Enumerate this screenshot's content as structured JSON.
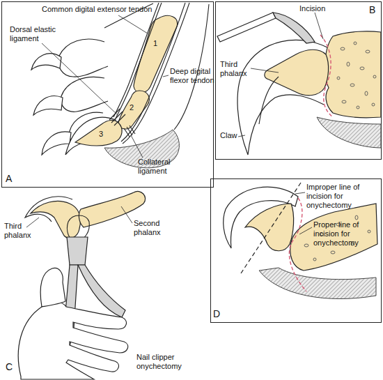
{
  "diagram": {
    "labels": [
      "Common digital extensor tendon",
      "Dorsal elastic ligament",
      "Deep digital flexor tendon",
      "1",
      "2",
      "3",
      "Collateral ligament",
      "A",
      "Incision",
      "Third phalanx",
      "Claw",
      "B",
      "Third phalanx",
      "Second phalanx",
      "Nail clipper onychectomy",
      "C",
      "Improper line of incision for onychectomy",
      "Proper line of incision for onychectomy",
      "D"
    ]
  }
}
